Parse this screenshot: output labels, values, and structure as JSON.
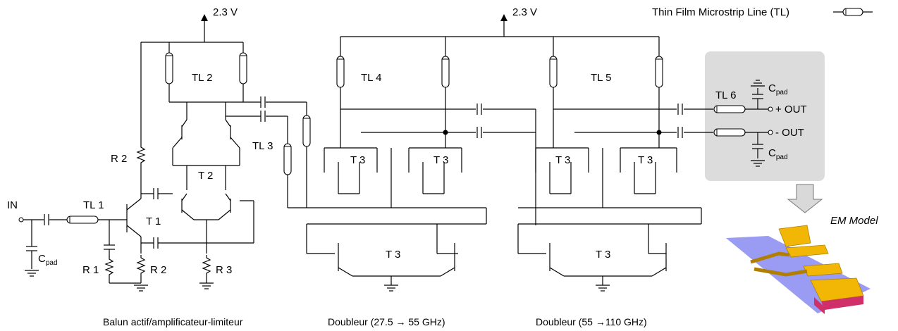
{
  "supply": {
    "voltage": "2.3 V"
  },
  "legend": {
    "text": "Thin Film Microstrip Line (TL)"
  },
  "input": {
    "label": "IN",
    "pad": "C",
    "pad_sub": "pad"
  },
  "lines": {
    "tl1": "TL 1",
    "tl2": "TL 2",
    "tl3": "TL 3",
    "tl4": "TL 4",
    "tl5": "TL 5",
    "tl6": "TL 6"
  },
  "transistors": {
    "t1": "T 1",
    "t2": "T 2",
    "t3": "T 3"
  },
  "resistors": {
    "r1": "R 1",
    "r2": "R 2",
    "r3": "R 3"
  },
  "outputs": {
    "plus": "+ OUT",
    "minus": "- OUT",
    "pad": "C",
    "pad_sub": "pad"
  },
  "em_model": {
    "label": "EM Model",
    "colors": {
      "substrate": "#8f90f2",
      "metal": "#f2b705",
      "side": "#d0306a"
    }
  },
  "captions": {
    "balun": "Balun actif/amplificateur-limiteur",
    "doubler1": "Doubleur (27.5 → 55 GHz)",
    "doubler2": "Doubleur (55 →110 GHz)"
  },
  "colors": {
    "panel": "#dcdcdc",
    "arrow": "#d9d9d9"
  }
}
